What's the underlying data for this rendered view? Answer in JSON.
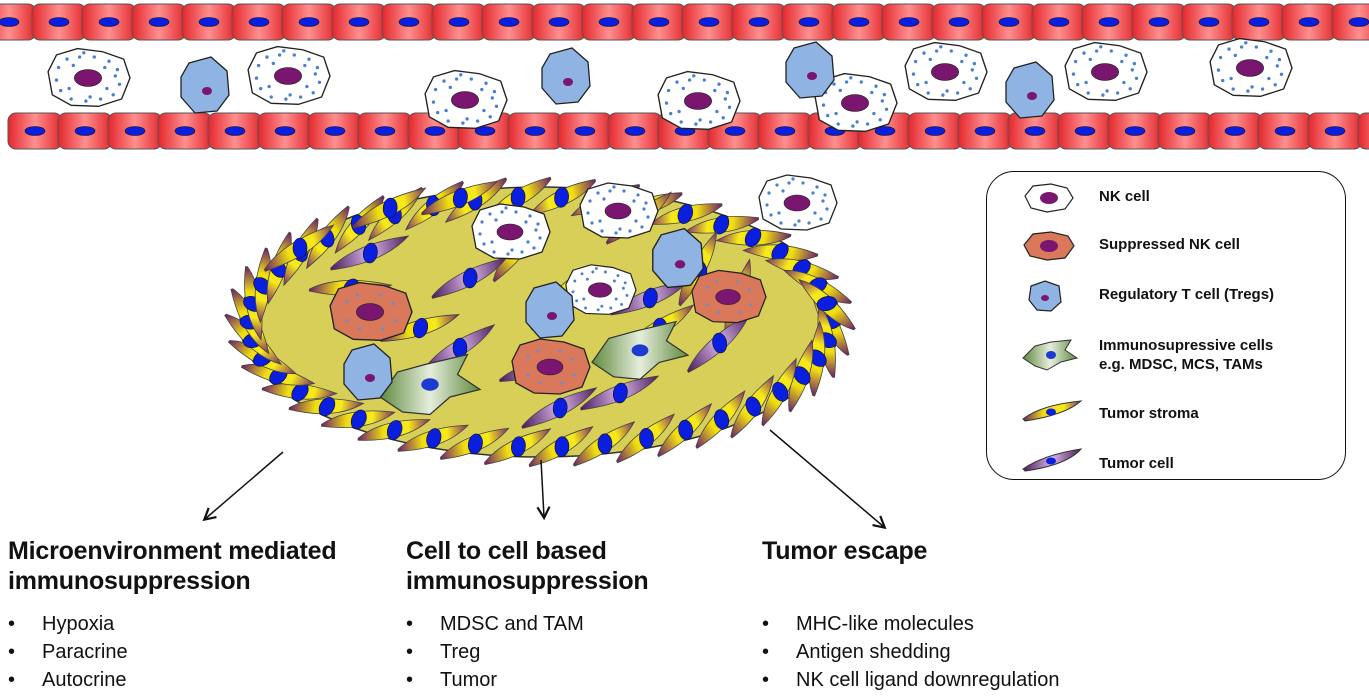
{
  "legend": {
    "items": [
      {
        "key": "nk",
        "label": "NK cell"
      },
      {
        "key": "snk",
        "label": "Suppressed NK cell"
      },
      {
        "key": "treg",
        "label": "Regulatory T cell (Tregs)"
      },
      {
        "key": "immuno",
        "label": "Immunosupressive cells",
        "label2": "e.g. MDSC, MCS, TAMs"
      },
      {
        "key": "stroma",
        "label": "Tumor stroma"
      },
      {
        "key": "tumor",
        "label": "Tumor cell"
      }
    ]
  },
  "columns": [
    {
      "title1": "Microenvironment mediated",
      "title2": "immunosuppression",
      "bullets": [
        "Hypoxia",
        "Paracrine",
        "Autocrine"
      ]
    },
    {
      "title1": "Cell to cell based",
      "title2": "immunosuppression",
      "bullets": [
        "MDSC and TAM",
        "Treg",
        "Tumor"
      ]
    },
    {
      "title1": "Tumor escape",
      "title2": "",
      "bullets": [
        "MHC-like molecules",
        "Antigen shedding",
        "NK cell ligand downregulation"
      ]
    }
  ],
  "colors": {
    "vessel_red": "#e8262b",
    "vessel_light": "#ff8a8a",
    "nucleus_blue": "#0a1ee0",
    "nk_fill": "#ffffff",
    "nk_dots": "#4a7fd0",
    "nucleus_purple": "#7a1670",
    "suppressed_nk": "#d9785a",
    "treg": "#8fb3e2",
    "immuno_green": "#7ea35c",
    "stroma_yellow": "#f2e300",
    "stroma_purple": "#7a2a6a",
    "tumor_purple": "#6a2a78",
    "tumor_bg": "#d7cf58"
  }
}
